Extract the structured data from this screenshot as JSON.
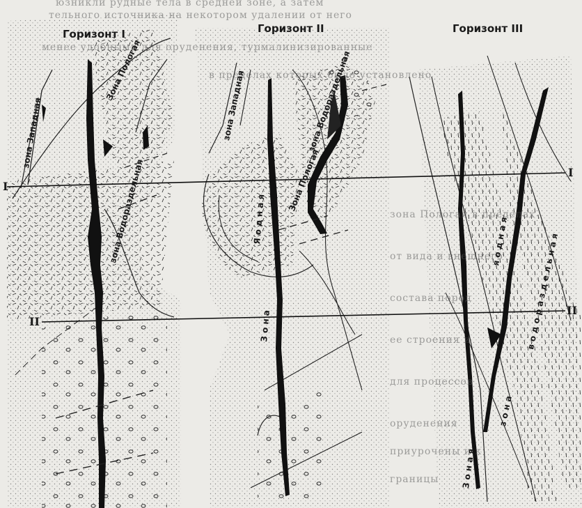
{
  "headers": {
    "h1": "Горизонт I",
    "h2": "Горизонт II",
    "h3": "Горизонт III"
  },
  "levels": {
    "l1": "I",
    "l2": "II"
  },
  "zones": {
    "zapadnaya_1": "зона Западная",
    "pologaya_1": "Зона Пологая",
    "vodorazdelnaya_1": "зона Водораздельная",
    "zapadnaya_2": "зона Западная",
    "vodorazdelnaya_2": "зона Водораздельная",
    "pologaya_2": "Зона Пологая",
    "yaodnaya_2": "Я о д н а я",
    "zona_2": "З о н а",
    "yaodnaya_3": "я о д н а я",
    "vodorazdelnaya_3": "в о д о р а з д е л ь н а я",
    "zona_vod_3": "з о н а",
    "zonaya_3": "З о н а я"
  },
  "background_text": {
    "line1": "юзникли рудные тела в средней   зоне, а затем",
    "line2": "тельного источника   на некотором удалении от него",
    "line3": "менее удобными для оруденения, турмалинизированные",
    "line4": "в пределах которых было установлено",
    "line5": "зона Пологая в пределах",
    "line6": "от вида и внешнего",
    "line7": "состава пород",
    "line8": "ее строения и",
    "line9": "для процессов",
    "line10": "оруденения",
    "line11": "приурочены и к",
    "line12": "границы"
  }
}
